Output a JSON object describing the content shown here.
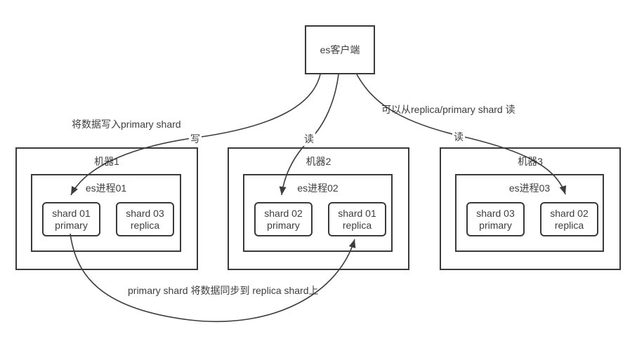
{
  "client": {
    "label": "es客户端"
  },
  "machines": [
    {
      "label": "机器1",
      "process": "es进程01",
      "shards": [
        {
          "line1": "shard 01",
          "line2": "primary"
        },
        {
          "line1": "shard 03",
          "line2": "replica"
        }
      ]
    },
    {
      "label": "机器2",
      "process": "es进程02",
      "shards": [
        {
          "line1": "shard 02",
          "line2": "primary"
        },
        {
          "line1": "shard 01",
          "line2": "replica"
        }
      ]
    },
    {
      "label": "机器3",
      "process": "es进程03",
      "shards": [
        {
          "line1": "shard 03",
          "line2": "primary"
        },
        {
          "line1": "shard 02",
          "line2": "replica"
        }
      ]
    }
  ],
  "annotations": {
    "write_note": "将数据写入primary shard",
    "read_note": "可以从replica/primary shard 读",
    "sync_note": "primary shard 将数据同步到 replica shard上",
    "write_edge_label": "写",
    "read_edge_label_1": "读",
    "read_edge_label_2": "读"
  },
  "colors": {
    "line": "#3c3c3c",
    "text": "#3d3d3d",
    "background": "#ffffff"
  }
}
